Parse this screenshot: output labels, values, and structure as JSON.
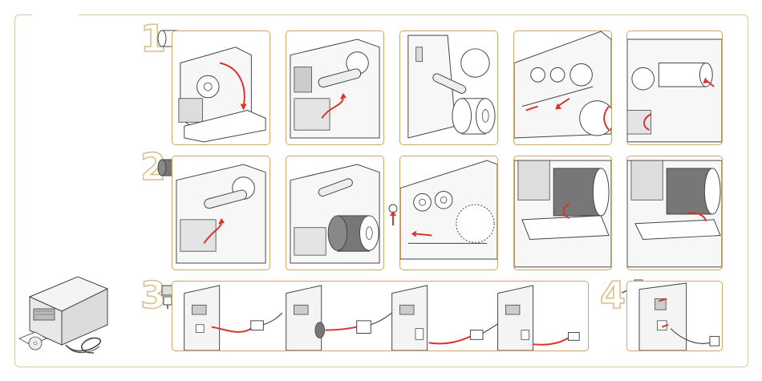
{
  "steps": [
    {
      "number": "1",
      "icon": "media-roll-icon"
    },
    {
      "number": "2",
      "icon": "ribbon-roll-icon"
    },
    {
      "number": "3",
      "icon": "interface-cable-icon"
    },
    {
      "number": "4",
      "icon": "power-plug-icon"
    }
  ],
  "colors": {
    "frame": "#d8c9a8",
    "panel_border": "#c9a86a",
    "step_number_outline": "#d8c08e",
    "arrow": "#d9332b",
    "line_art": "#444444",
    "ribbon": "#777777"
  }
}
